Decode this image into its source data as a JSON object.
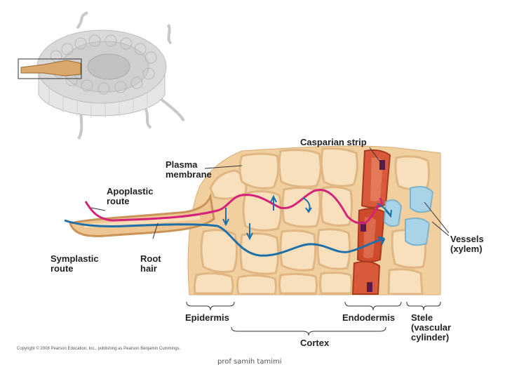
{
  "labels": {
    "casparian_strip": "Casparian strip",
    "plasma_membrane_1": "Plasma",
    "plasma_membrane_2": "membrane",
    "apoplastic_1": "Apoplastic",
    "apoplastic_2": "route",
    "symplastic_1": "Symplastic",
    "symplastic_2": "route",
    "root_hair_1": "Root",
    "root_hair_2": "hair",
    "vessels_1": "Vessels",
    "vessels_2": "(xylem)",
    "epidermis": "Epidermis",
    "endodermis": "Endodermis",
    "stele_1": "Stele",
    "stele_2": "(vascular",
    "stele_3": "cylinder)",
    "cortex": "Cortex"
  },
  "copyright": "Copyright © 2008 Pearson Education, Inc., publishing as Pearson Benjamin Cummings.",
  "footer": "prof samih tamimi",
  "colors": {
    "apoplastic_route": "#d4227a",
    "symplastic_route": "#1f6fa8",
    "cell_fill": "#f6d9b0",
    "cell_wall": "#e2b98a",
    "endodermis": "#cf4a2a",
    "casparian_strip": "#5a1a4a",
    "xylem": "#a9d4e8"
  }
}
